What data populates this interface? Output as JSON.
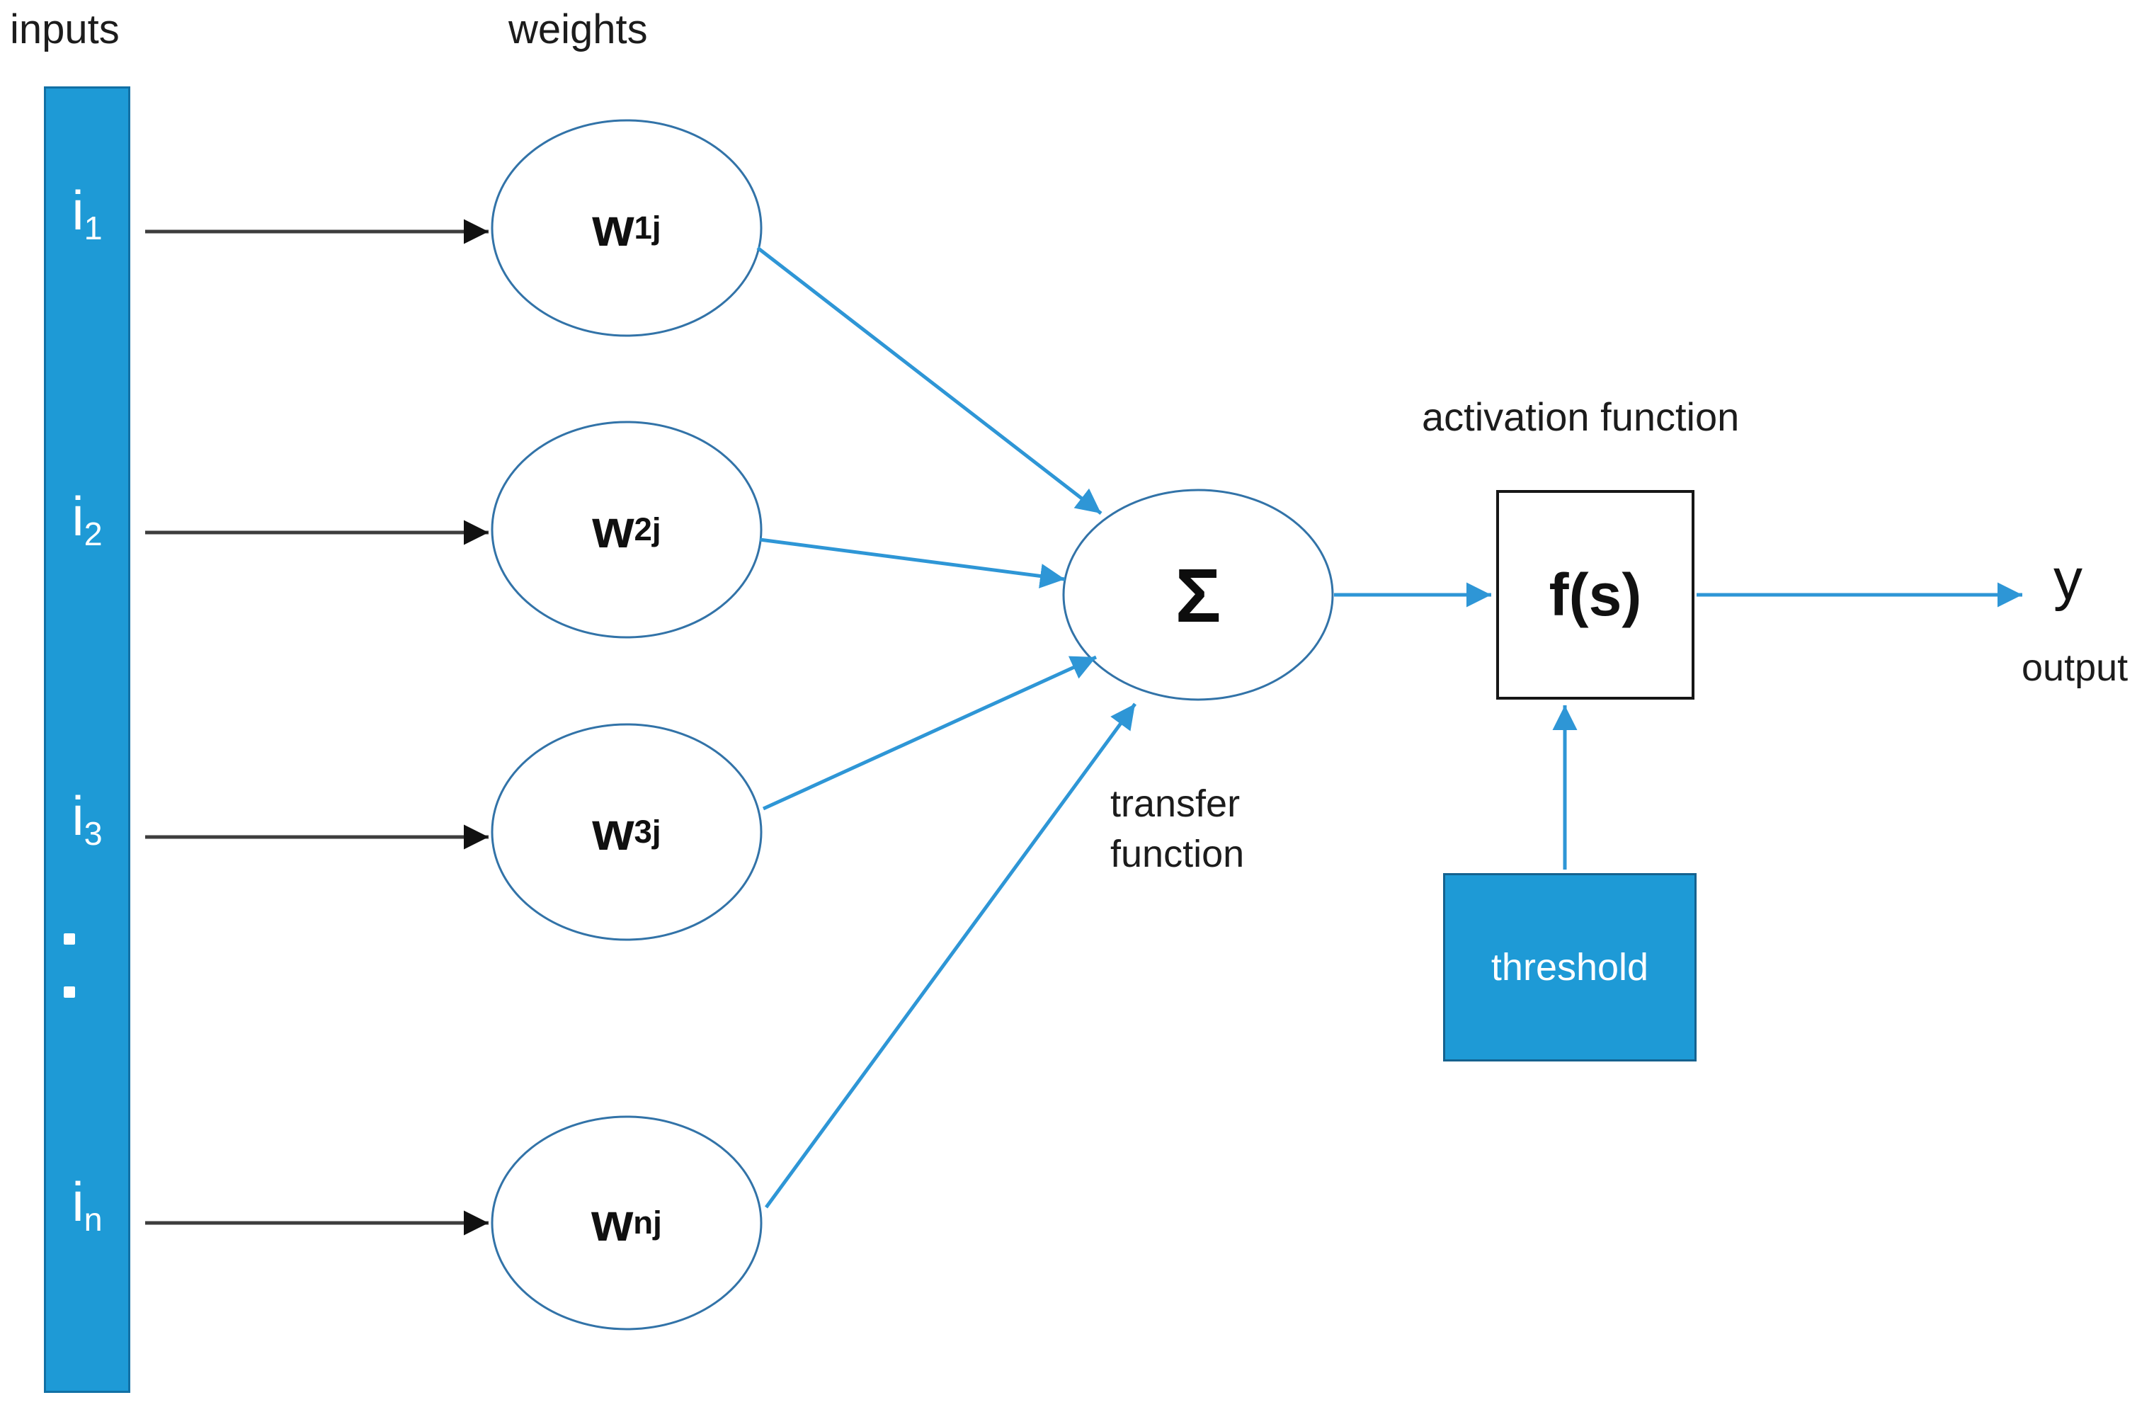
{
  "colors": {
    "bar_blue": "#1E9AD6",
    "bar_border_blue": "#1270A5",
    "threshold_border_blue": "#15628F",
    "node_stroke_blue": "#3273A8",
    "connector_blue": "#2E96D6",
    "input_arrow_black": "#3d3d3d",
    "text_black": "#1c1c1c",
    "white": "#ffffff"
  },
  "headings": {
    "inputs": "inputs",
    "weights": "weights"
  },
  "inputs": {
    "items": [
      {
        "base": "i",
        "sub": "1"
      },
      {
        "base": "i",
        "sub": "2"
      },
      {
        "base": "i",
        "sub": "3"
      },
      {
        "base": "i",
        "sub": "n"
      }
    ],
    "dot": "."
  },
  "weights": {
    "items": [
      {
        "base": "w",
        "sub": "1j"
      },
      {
        "base": "w",
        "sub": "2j"
      },
      {
        "base": "w",
        "sub": "3j"
      },
      {
        "base": "w",
        "sub": "nj"
      }
    ]
  },
  "sum": {
    "symbol": "Σ",
    "caption": [
      "transfer",
      "function"
    ]
  },
  "activation": {
    "caption": "activation function",
    "label": "f(s)"
  },
  "threshold": {
    "label": "threshold"
  },
  "output": {
    "symbol": "y",
    "label": "output"
  }
}
